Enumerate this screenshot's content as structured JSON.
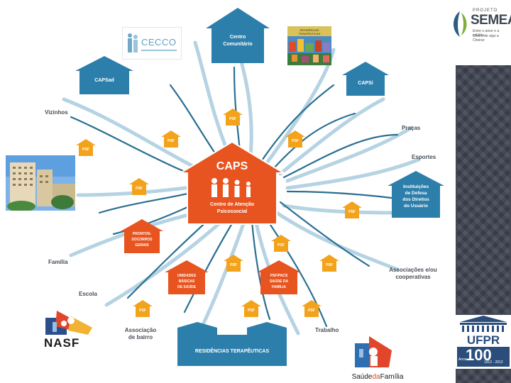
{
  "central": {
    "title": "CAPS",
    "subtitle_line1": "Centro de Atenção",
    "subtitle_line2": "Psicossocial"
  },
  "top_houses": {
    "centro_comunitario_line1": "Centro",
    "centro_comunitario_line2": "Comunitário",
    "capsad": "CAPSad",
    "capsi": "CAPSi"
  },
  "right_house": {
    "line1": "Instituições",
    "line2": "de Defesa",
    "line3": "dos Direitos",
    "line4": "do Usuário"
  },
  "orange_houses": {
    "prontos_line1": "PRONTOS-",
    "prontos_line2": "SOCORROS",
    "prontos_line3": "GERAIS",
    "ubs_line1": "UNIDADES",
    "ubs_line2": "BÁSICAS",
    "ubs_line3": "DE SAÚDE",
    "psf_pacs_line1": "PSF/PACS",
    "psf_pacs_line2": "SAÚDE DA",
    "psf_pacs_line3": "FAMÍLIA"
  },
  "psf_label": "PSF",
  "bottom_banner": "RESIDÊNCIAS TERAPÊUTICAS",
  "outer_labels": {
    "vizinhos": "Vizinhos",
    "pracas": "Praças",
    "esportes": "Esportes",
    "familia": "Família",
    "escola": "Escola",
    "associacoes_line1": "Associações e/ou",
    "associacoes_line2": "cooperativas",
    "associacao_line1": "Associação",
    "associacao_line2": "de bairro",
    "trabalho": "Trabalho"
  },
  "logos": {
    "cecco": "CECCO",
    "semear_small": "PROJETO",
    "semear": "SEMEAR",
    "semear_sub1": "Entre o amor e a solidão,",
    "semear_sub2": "Cheiro de algo a Cheirar",
    "nasf": "NASF",
    "ufpr": "UFPR",
    "ufpr_100": "100",
    "ufpr_anos": "Anos",
    "ufpr_years": "1912 - 2012",
    "saude_part1": "Saúde",
    "saude_part2": "da",
    "saude_part3": "Família",
    "book_title_line1": "RESIDÊNCIAS",
    "book_title_line2": "TERAPÊUTICAS"
  },
  "colors": {
    "blue": "#2d7fab",
    "orange": "#e8541f",
    "psf_orange": "#f3a31b",
    "ray": "#b5d3e3",
    "ray_dark": "#2a6f92",
    "label_gray": "#4a4f57"
  }
}
